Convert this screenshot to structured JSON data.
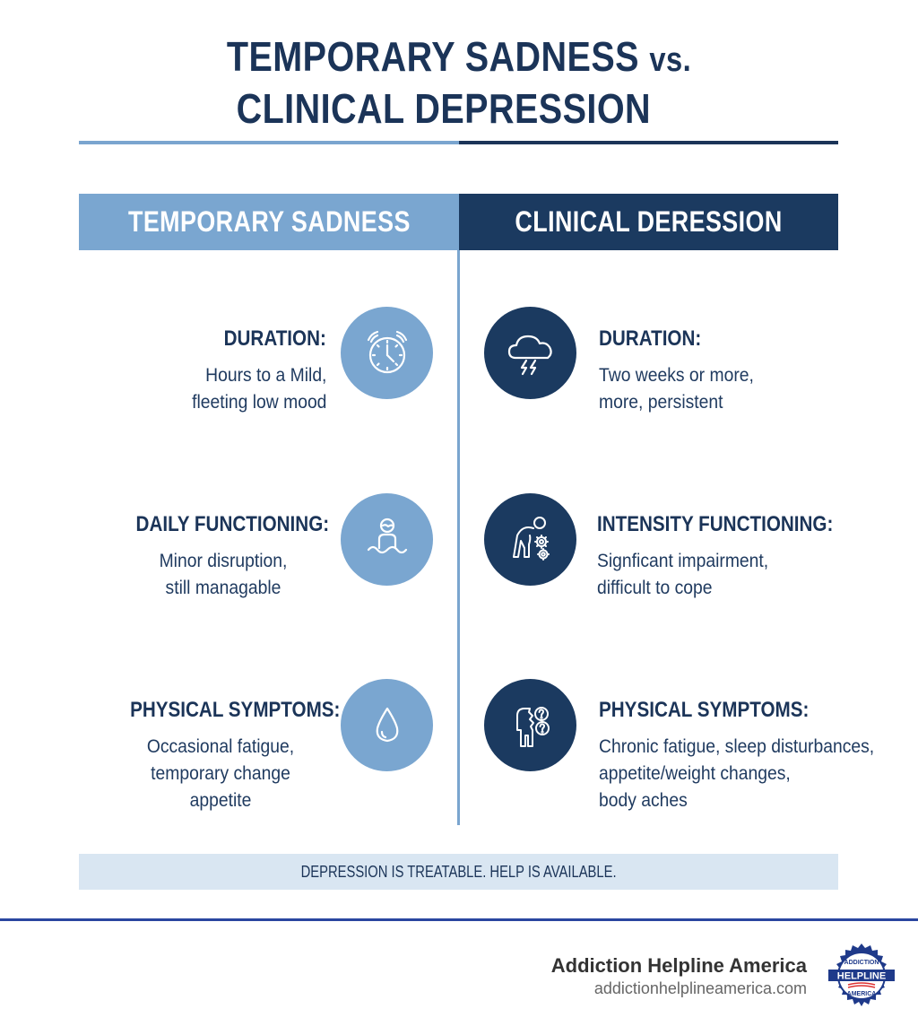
{
  "title": {
    "line1": "TEMPORARY SADNESS",
    "vs": "vs.",
    "line2": "CLINICAL DEPRESSION"
  },
  "colors": {
    "navy": "#1b3458",
    "light_blue": "#7aa6d0",
    "dark_blue": "#1b3a60",
    "banner_bg": "#d9e6f2",
    "footer_rule": "#2a46a0"
  },
  "columns": {
    "left": {
      "header": "TEMPORARY SADNESS"
    },
    "right": {
      "header": "CLINICAL DERESSION"
    }
  },
  "rows": [
    {
      "left": {
        "label": "DURATION:",
        "desc": [
          "Hours to a Mild,",
          "fleeting low mood"
        ],
        "icon": "alarm-clock-icon"
      },
      "right": {
        "label": "DURATION:",
        "desc": [
          "Two weeks or more,",
          "more, persistent"
        ],
        "icon": "storm-cloud-icon"
      }
    },
    {
      "left": {
        "label": "DAILY FUNCTIONING:",
        "desc": [
          "Minor disruption,",
          "still managable"
        ],
        "icon": "person-waves-icon"
      },
      "right": {
        "label": "INTENSITY FUNCTIONING:",
        "desc": [
          "Signficant impairment,",
          "difficult to cope"
        ],
        "icon": "person-gears-icon"
      }
    },
    {
      "left": {
        "label": "PHYSICAL SYMPTOMS:",
        "desc": [
          "Occasional fatigue,",
          "temporary change",
          "appetite"
        ],
        "icon": "water-drop-icon"
      },
      "right": {
        "label": "PHYSICAL SYMPTOMS:",
        "desc": [
          "Chronic fatigue, sleep disturbances,",
          "appetite/weight changes,",
          "body aches"
        ],
        "icon": "person-question-icon"
      }
    }
  ],
  "banner": {
    "text": "DEPRESSION IS TREATABLE. HELP IS AVAILABLE."
  },
  "footer": {
    "brand_name": "Addiction Helpline America",
    "brand_url": "addictionhelplineamerica.com",
    "seal": {
      "top": "ADDICTION",
      "middle": "HELPLINE",
      "bottom": "AMERICA"
    }
  }
}
